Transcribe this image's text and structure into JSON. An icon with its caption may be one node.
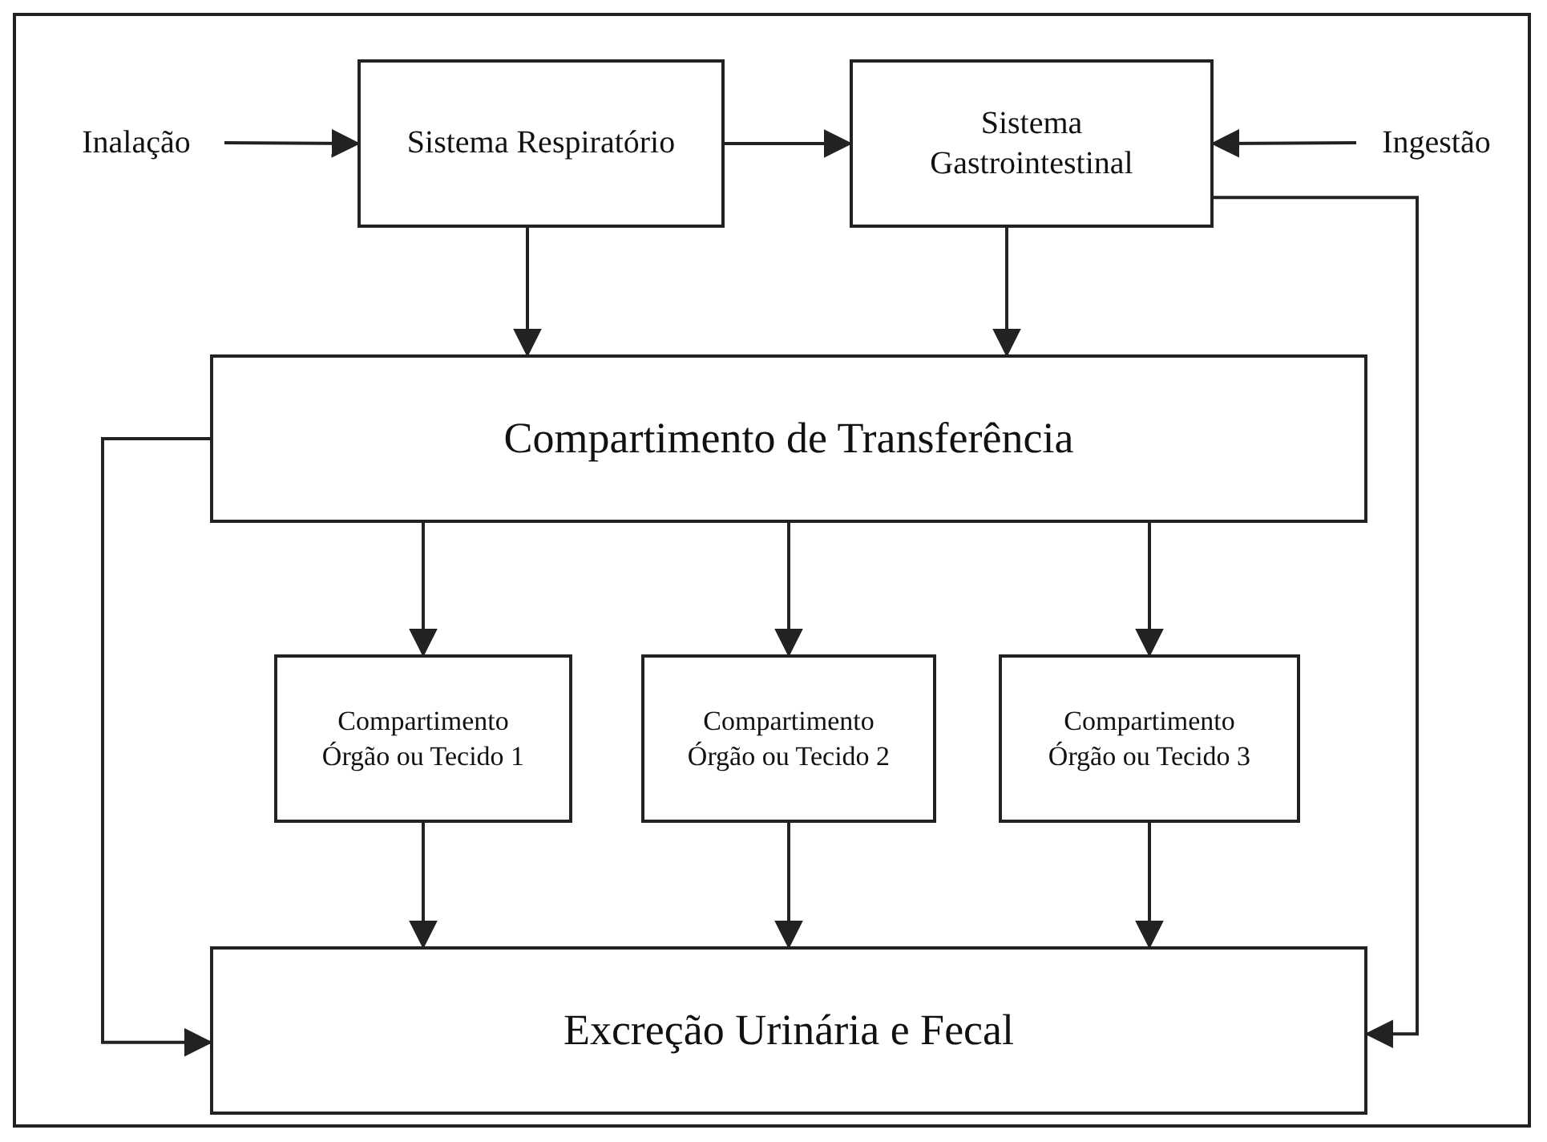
{
  "diagram": {
    "nodes": [
      {
        "text": [
          "Inalação"
        ]
      },
      {
        "text": [
          "Sistema Respiratório"
        ]
      },
      {
        "text": [
          "Sistema Gastrointestinal"
        ]
      },
      {
        "text": [
          "Ingestão"
        ]
      },
      {
        "text": [
          "Compartimento de Transferência"
        ]
      },
      {
        "text": [
          "Compartimento Órgão ou Tecido 1"
        ]
      },
      {
        "text": [
          "Compartimento Órgão ou Tecido 2"
        ]
      },
      {
        "text": [
          "Compartimento Órgão ou Tecido 3"
        ]
      },
      {
        "text": [
          "Excreção Urinária e Fecal"
        ]
      }
    ],
    "edges": [
      {
        "from": 0,
        "to": 1,
        "arrow": "to"
      },
      {
        "from": 1,
        "to": 2,
        "arrow": "to"
      },
      {
        "from": 3,
        "to": 2,
        "arrow": "to"
      },
      {
        "from": 1,
        "to": 4,
        "arrow": "to"
      },
      {
        "from": 2,
        "to": 4,
        "arrow": "to"
      },
      {
        "from": 4,
        "to": 5,
        "arrow": "to"
      },
      {
        "from": 4,
        "to": 6,
        "arrow": "to"
      },
      {
        "from": 4,
        "to": 7,
        "arrow": "to"
      },
      {
        "from": 5,
        "to": 8,
        "arrow": "to"
      },
      {
        "from": 6,
        "to": 8,
        "arrow": "to"
      },
      {
        "from": 7,
        "to": 8,
        "arrow": "to"
      },
      {
        "from": 4,
        "to": 8,
        "arrow": "to"
      },
      {
        "from": 2,
        "to": 8,
        "arrow": "to"
      }
    ]
  }
}
